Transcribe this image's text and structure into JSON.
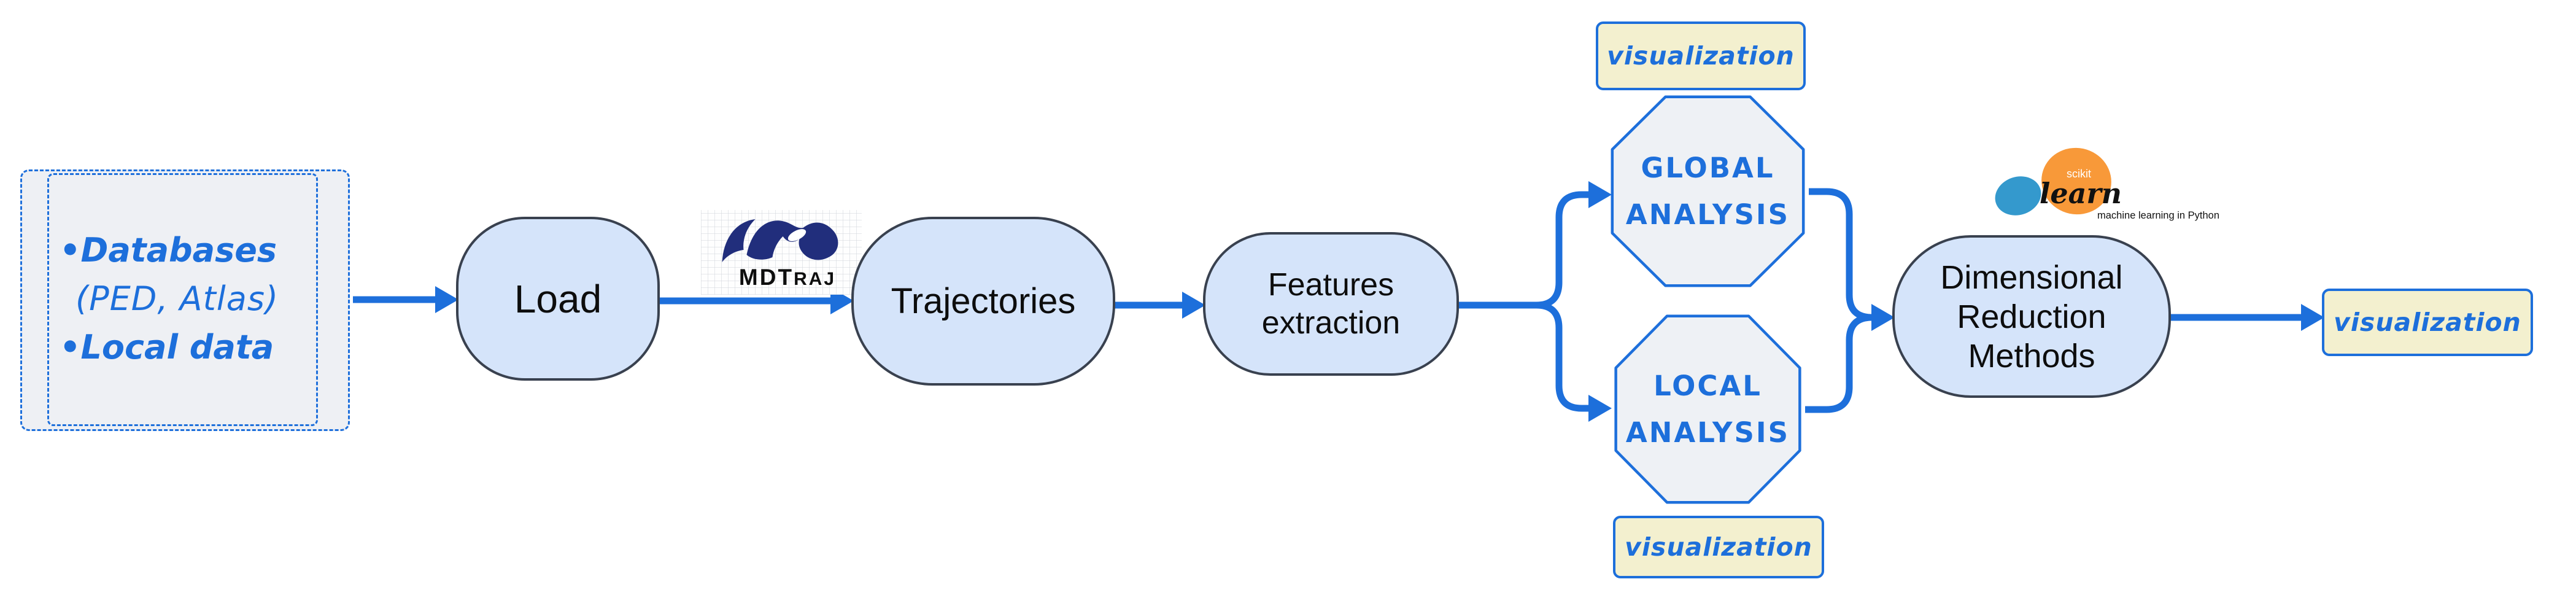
{
  "colors": {
    "canvas_bg": "#ffffff",
    "accent_blue": "#1d6fdb",
    "node_fill": "#d5e4fa",
    "node_border": "#39414f",
    "octagon_fill": "#eef1f5",
    "viz_fill": "#f3f0cf",
    "source_fill": "#eef0f4",
    "mdtraj_navy": "#212e7c",
    "sklearn_blue": "#3499cd",
    "sklearn_orange": "#f89939",
    "text_black": "#0d0d0d"
  },
  "source_box": {
    "line1": "•Databases",
    "line2": "(PED, Atlas)",
    "line3": "•Local data"
  },
  "nodes": {
    "load": "Load",
    "trajectories": "Trajectories",
    "features_line1": "Features",
    "features_line2": "extraction",
    "global_line1": "GLOBAL",
    "global_line2": "ANALYSIS",
    "local_line1": "LOCAL",
    "local_line2": "ANALYSIS",
    "dimensional_line1": "Dimensional",
    "dimensional_line2": "Reduction",
    "dimensional_line3": "Methods"
  },
  "labels": {
    "visualization_top": "visualization",
    "visualization_bottom": "visualization",
    "visualization_right": "visualization"
  },
  "logos": {
    "mdtraj": {
      "part1": "MDT",
      "part2": "RAJ"
    },
    "scikit_learn": {
      "scikit": "scikit",
      "learn": "learn",
      "tagline": "machine learning in Python"
    }
  }
}
